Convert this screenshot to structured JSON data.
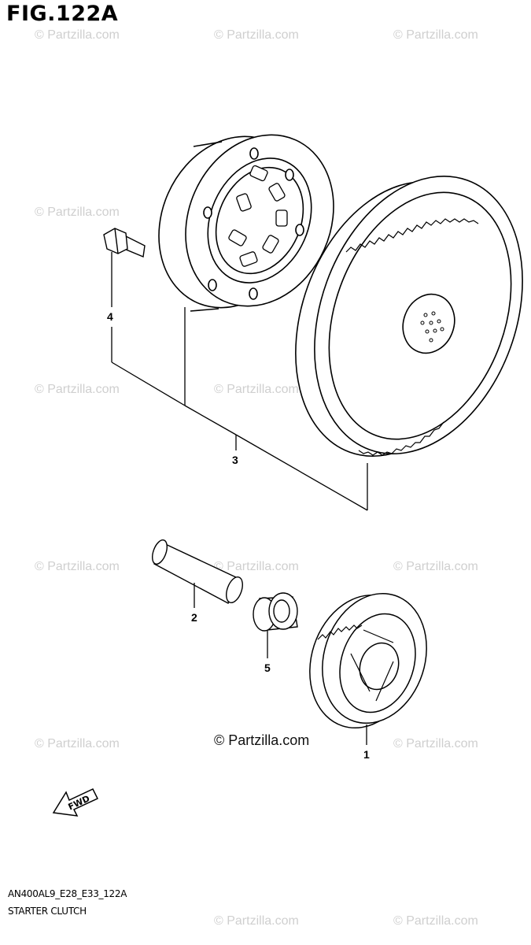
{
  "figure": {
    "title": "FIG.122A",
    "code": "AN400AL9_E28_E33_122A",
    "name": "STARTER CLUTCH"
  },
  "watermark": {
    "text": "© Partzilla.com",
    "main_text": "© Partzilla.com"
  },
  "callouts": [
    "1",
    "2",
    "3",
    "4",
    "5"
  ],
  "direction_label": "FWD",
  "colors": {
    "line": "#000000",
    "watermark": "#cfcfcf"
  }
}
